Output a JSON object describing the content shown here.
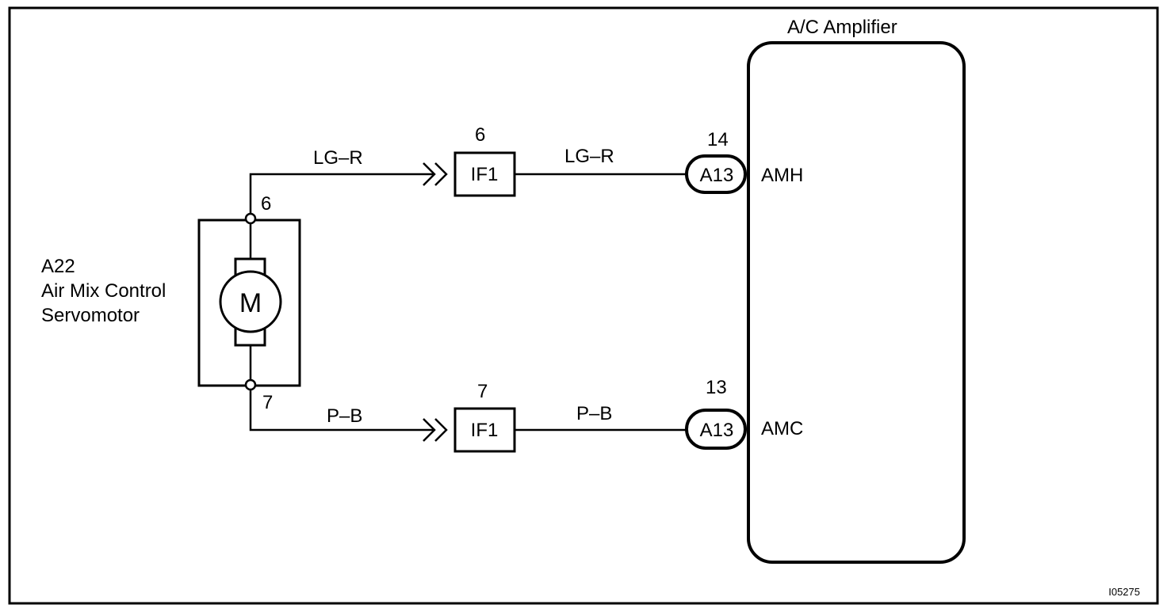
{
  "amplifier": {
    "title": "A/C Amplifier",
    "terminals": [
      {
        "pin": "14",
        "connector": "A13",
        "name": "AMH"
      },
      {
        "pin": "13",
        "connector": "A13",
        "name": "AMC"
      }
    ]
  },
  "servomotor": {
    "code": "A22",
    "name_line1": "Air Mix Control",
    "name_line2": "Servomotor",
    "motor_symbol": "M",
    "pin_top": "6",
    "pin_bottom": "7"
  },
  "junctions": [
    {
      "pin": "6",
      "connector": "IF1",
      "wire_in": "LG–R",
      "wire_out": "LG–R"
    },
    {
      "pin": "7",
      "connector": "IF1",
      "wire_in": "P–B",
      "wire_out": "P–B"
    }
  ],
  "figure_id": "I05275"
}
